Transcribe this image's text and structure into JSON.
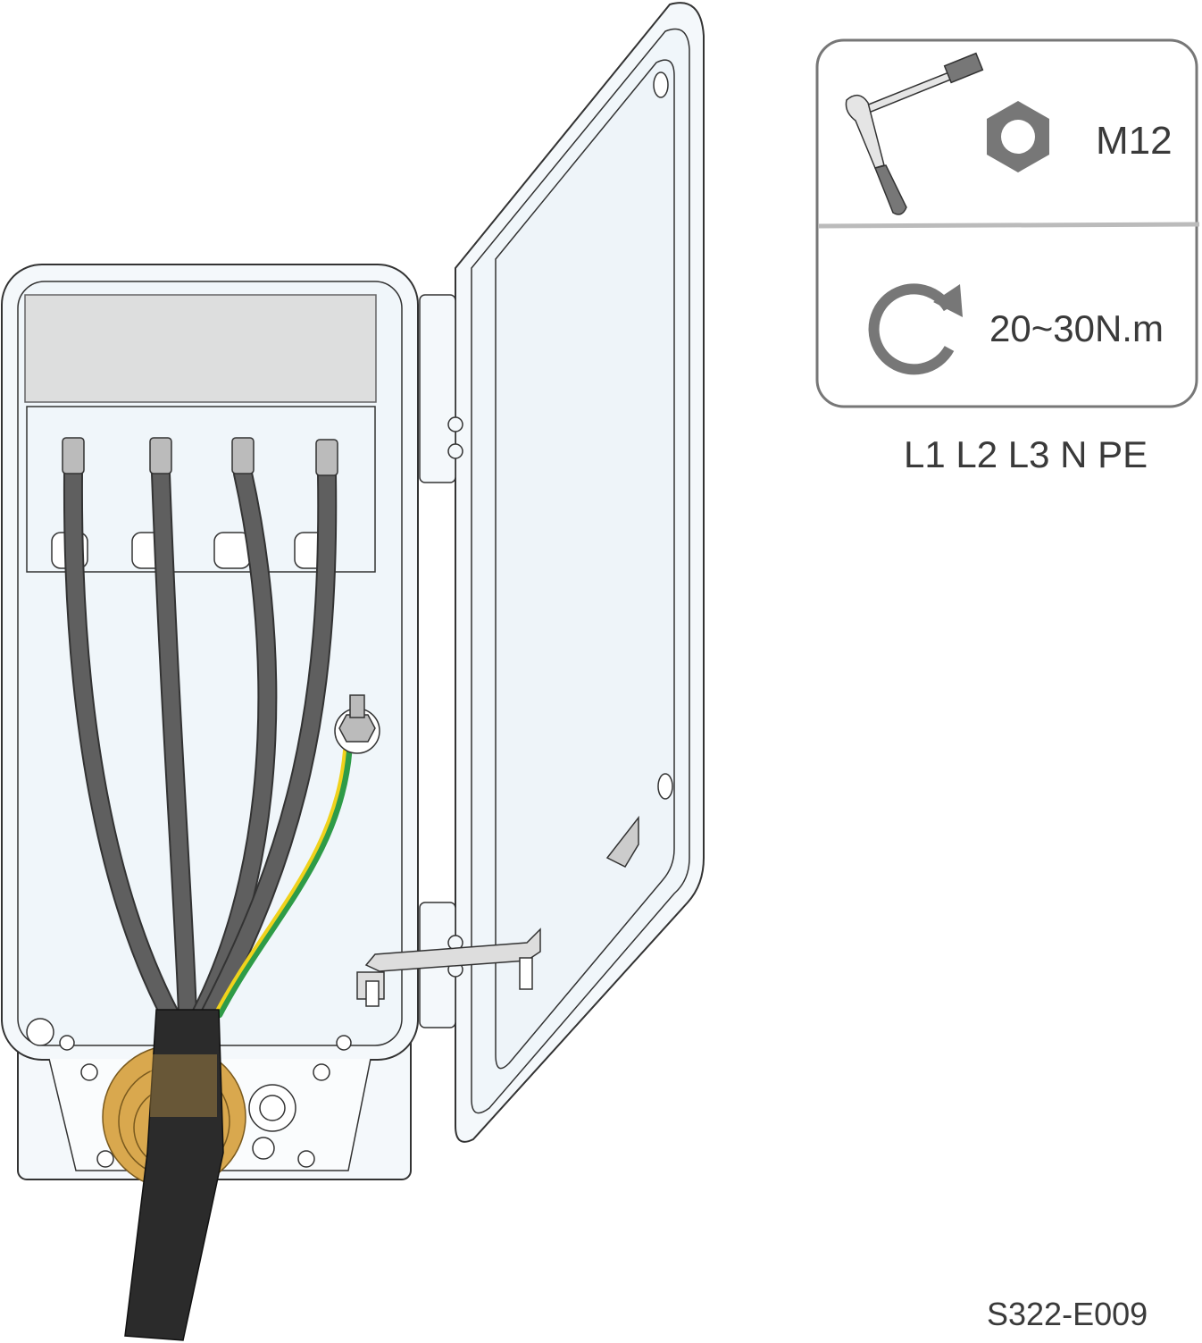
{
  "spec_box": {
    "nut_size": "M12",
    "torque": "20~30N.m"
  },
  "terminal_labels": "L1 L2 L3 N PE",
  "figure_id": "S322-E009",
  "icons": [
    "ratchet-wrench-icon",
    "hex-nut-icon",
    "rotate-clockwise-icon"
  ],
  "colors": {
    "cable": "#5f5f5f",
    "main_cable": "#2b2b2b",
    "gland": "#d9a84e",
    "pe_yellow": "#f0d21c",
    "pe_green": "#2e9b47",
    "icon_gray": "#777777"
  }
}
